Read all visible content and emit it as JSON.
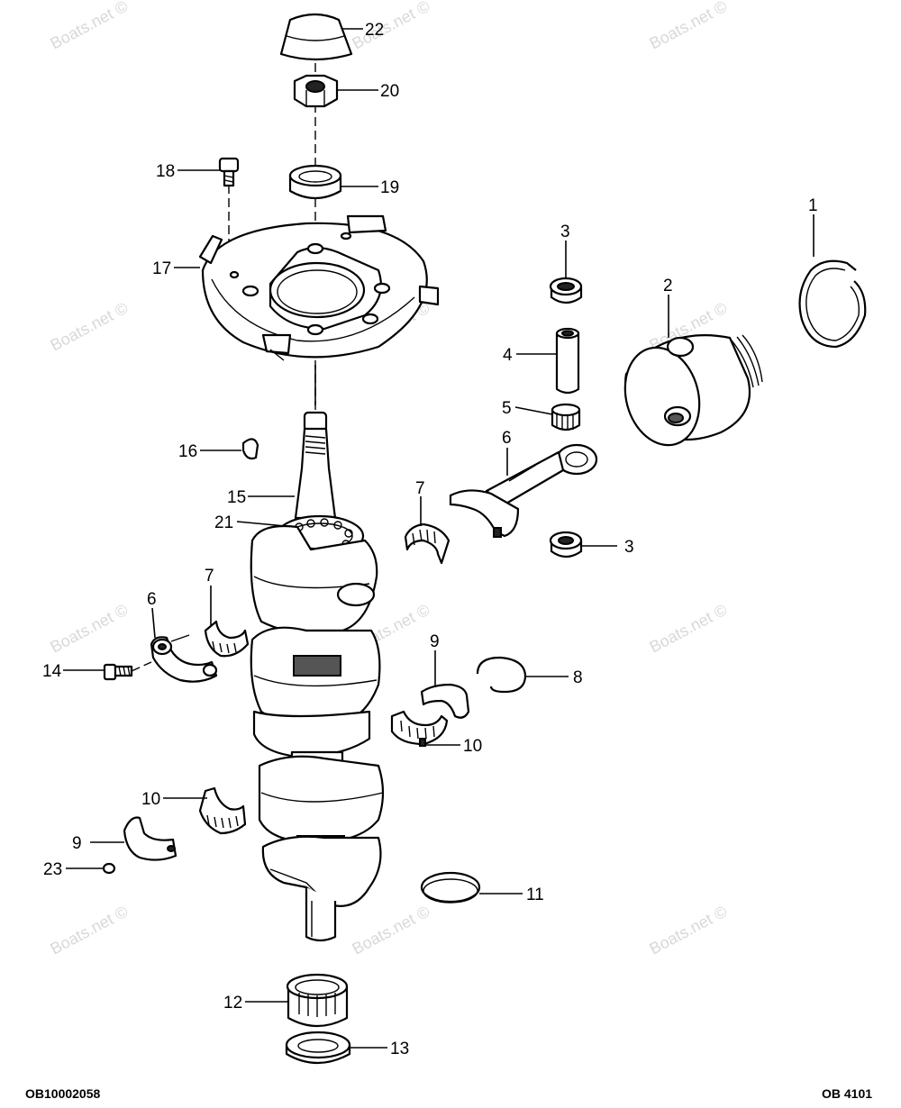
{
  "diagram": {
    "labels": [
      {
        "id": "1",
        "text": "1"
      },
      {
        "id": "2",
        "text": "2"
      },
      {
        "id": "3a",
        "text": "3"
      },
      {
        "id": "3b",
        "text": "3"
      },
      {
        "id": "4",
        "text": "4"
      },
      {
        "id": "5",
        "text": "5"
      },
      {
        "id": "6a",
        "text": "6"
      },
      {
        "id": "6b",
        "text": "6"
      },
      {
        "id": "7a",
        "text": "7"
      },
      {
        "id": "7b",
        "text": "7"
      },
      {
        "id": "8",
        "text": "8"
      },
      {
        "id": "9a",
        "text": "9"
      },
      {
        "id": "9b",
        "text": "9"
      },
      {
        "id": "10a",
        "text": "10"
      },
      {
        "id": "10b",
        "text": "10"
      },
      {
        "id": "11",
        "text": "11"
      },
      {
        "id": "12",
        "text": "12"
      },
      {
        "id": "13",
        "text": "13"
      },
      {
        "id": "14",
        "text": "14"
      },
      {
        "id": "15",
        "text": "15"
      },
      {
        "id": "16",
        "text": "16"
      },
      {
        "id": "17",
        "text": "17"
      },
      {
        "id": "18",
        "text": "18"
      },
      {
        "id": "19",
        "text": "19"
      },
      {
        "id": "20",
        "text": "20"
      },
      {
        "id": "21",
        "text": "21"
      },
      {
        "id": "22",
        "text": "22"
      },
      {
        "id": "23",
        "text": "23"
      }
    ],
    "watermark": "Boats.net ©",
    "footer": {
      "left": "OB10002058",
      "right": "OB 4101"
    }
  }
}
